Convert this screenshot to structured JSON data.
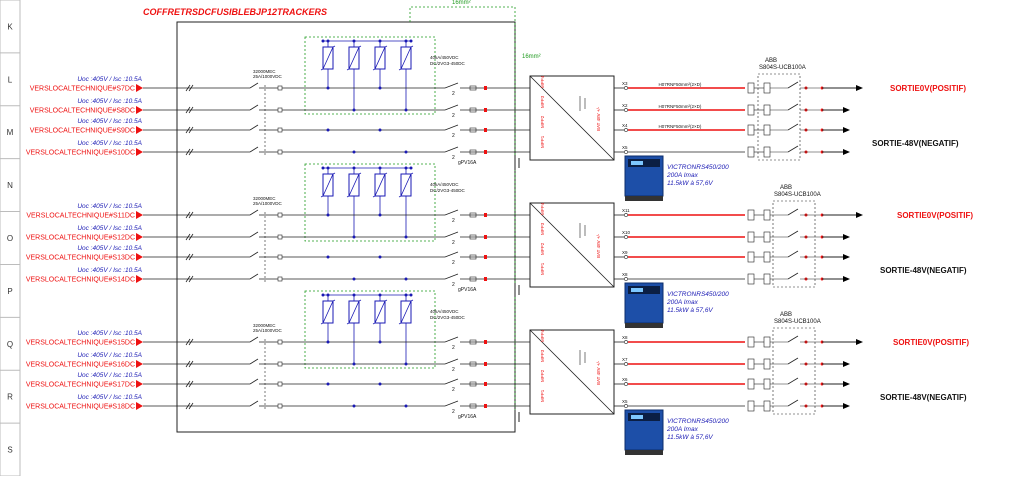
{
  "title": "COFFRETRSDCFUSIBLEBJP12TRACKERS",
  "row_letters": [
    "K",
    "L",
    "M",
    "N",
    "O",
    "P",
    "Q",
    "R",
    "S"
  ],
  "top_cable_label": "16mm²",
  "ground_label": "16mm²",
  "switch_label_1": "32000MEC",
  "switch_label_2": "25A/1000VDC",
  "spd_label_1": "40kA/450VDC",
  "spd_label_2": "DC/2VG3-450DC",
  "fuse_label": "gPV16A",
  "mppt_labels": [
    "MPP4",
    "MPP3",
    "MPP2",
    "MPP1"
  ],
  "bat_label": "BAT 48V +/-",
  "cable_label": "H07RNF50mm²(2×D)",
  "abb_brand": "ABB",
  "abb_model": "S804S-UCB100A",
  "inverter_model": "VICTRONRS450/200",
  "inverter_current": "200A Imax",
  "inverter_power": "11.5kW à 57,6V",
  "sortie_pos": "SORTIE0V(POSITIF)",
  "sortie_neg": "SORTIE-48V(NEGATIF)",
  "groups": [
    {
      "inputs": [
        {
          "uoc": "Uoc :405V / Isc :10.5A",
          "label": "VERSLOCALTECHNIQUE#S7DC"
        },
        {
          "uoc": "Uoc :405V / Isc :10.5A",
          "label": "VERSLOCALTECHNIQUE#S8DC"
        },
        {
          "uoc": "Uoc :405V / Isc :10.5A",
          "label": "VERSLOCALTECHNIQUE#S9DC"
        },
        {
          "uoc": "Uoc :405V / Isc :10.5A",
          "label": "VERSLOCALTECHNIQUE#S10DC"
        }
      ],
      "terminals": [
        "X3",
        "X2",
        "X4",
        "X5"
      ]
    },
    {
      "inputs": [
        {
          "uoc": "Uoc :405V / Isc :10.5A",
          "label": "VERSLOCALTECHNIQUE#S11DC"
        },
        {
          "uoc": "Uoc :405V / Isc :10.5A",
          "label": "VERSLOCALTECHNIQUE#S12DC"
        },
        {
          "uoc": "Uoc :405V / Isc :10.5A",
          "label": "VERSLOCALTECHNIQUE#S13DC"
        },
        {
          "uoc": "Uoc :405V / Isc :10.5A",
          "label": "VERSLOCALTECHNIQUE#S14DC"
        }
      ],
      "terminals": [
        "X11",
        "X10",
        "X9",
        "X8"
      ]
    },
    {
      "inputs": [
        {
          "uoc": "Uoc :405V / Isc :10.5A",
          "label": "VERSLOCALTECHNIQUE#S15DC"
        },
        {
          "uoc": "Uoc :405V / Isc :10.5A",
          "label": "VERSLOCALTECHNIQUE#S16DC"
        },
        {
          "uoc": "Uoc :405V / Isc :10.5A",
          "label": "VERSLOCALTECHNIQUE#S17DC"
        },
        {
          "uoc": "Uoc :405V / Isc :10.5A",
          "label": "VERSLOCALTECHNIQUE#S18DC"
        }
      ],
      "terminals": [
        "X8",
        "X7",
        "X6",
        "X5"
      ]
    }
  ],
  "colors": {
    "red": "#ee1111",
    "blue": "#1a1ab4",
    "green": "#1f9a1f",
    "wire": "#222222",
    "grid": "#bcbcbc"
  }
}
